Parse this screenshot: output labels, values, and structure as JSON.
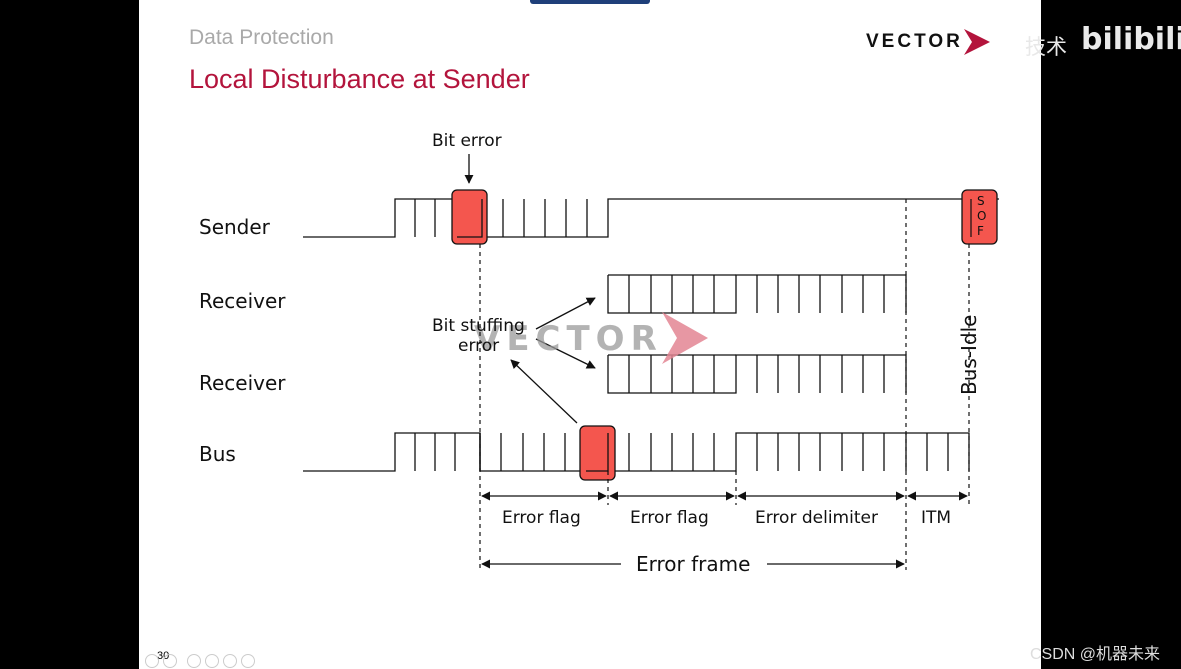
{
  "slide": {
    "subtitle": "Data Protection",
    "title": "Local Disturbance at Sender",
    "page_number": "30"
  },
  "logo": {
    "text": "VECTOR"
  },
  "overlay": {
    "zh_text": "技术",
    "brand": "bilibili",
    "csdn": "CSDN @机器未来"
  },
  "diagram": {
    "rows": {
      "sender": "Sender",
      "receiver1": "Receiver",
      "receiver2": "Receiver",
      "bus": "Bus"
    },
    "annotations": {
      "bit_error": "Bit error",
      "bit_stuffing_1": "Bit stuffing",
      "bit_stuffing_2": "error",
      "bus_idle": "Bus-Idle",
      "sof": [
        "S",
        "O",
        "F"
      ],
      "watermark": "VECTOR"
    },
    "segments": {
      "error_flag_1": "Error flag",
      "error_flag_2": "Error flag",
      "error_delimiter": "Error delimiter",
      "itm": "ITM",
      "error_frame": "Error frame"
    },
    "colors": {
      "highlight": "#f4564e",
      "accent": "#b3143c",
      "watermark": "#e38593"
    }
  }
}
